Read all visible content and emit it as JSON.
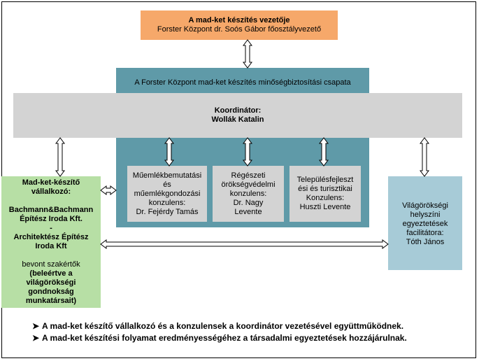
{
  "leader": {
    "title": "A mad-ket készítés vezetője",
    "subtitle": "Forster Központ  dr. Soós Gábor főosztályvezető"
  },
  "qa_team": {
    "title": "A Forster Központ mad-ket készítés minőségbiztosítási csapata"
  },
  "coordinator": {
    "role": "Koordinátor:",
    "name": "Wollák Katalin"
  },
  "consultants": [
    {
      "lines": [
        "Műemlékbemutatási",
        "és",
        "műemlékgondozási",
        "konzulens:",
        "Dr. Fejérdy Tamás"
      ]
    },
    {
      "lines": [
        "Régészeti",
        "örökségvédelmi",
        "konzulens:",
        "Dr. Nagy",
        "Levente"
      ]
    },
    {
      "lines": [
        "Településfejleszt",
        "ési és turisztikai",
        "Konzulens:",
        "Huszti Levente"
      ]
    }
  ],
  "contractor": {
    "lines_a": [
      "Mad-ket-készítő",
      "vállalkozó:"
    ],
    "lines_b": [
      "Bachmann&Bachmann",
      "Építész Iroda Kft.",
      "-",
      "Architektész Építész",
      "Iroda Kft"
    ],
    "lines_c": [
      "bevont szakértők",
      "(beleértve a",
      "világörökségi",
      "gondnokság",
      "munkatársait)"
    ]
  },
  "facilitator": {
    "lines": [
      "Világörökségi",
      "helyszíni",
      "egyeztetések",
      "facilitátora:",
      "Tóth János"
    ]
  },
  "bullets": [
    "A mad-ket készítő vállalkozó és a konzulensek a koordinátor vezetésével együttműködnek.",
    "A mad-ket készítési folyamat eredményességéhez a társadalmi egyeztetések hozzájárulnak."
  ],
  "colors": {
    "leader": "#f6a86a",
    "qa_team": "#5f9aa8",
    "coordinator": "#d3d3d3",
    "contractor": "#b7dfa5",
    "facilitator": "#a7cbd7"
  }
}
